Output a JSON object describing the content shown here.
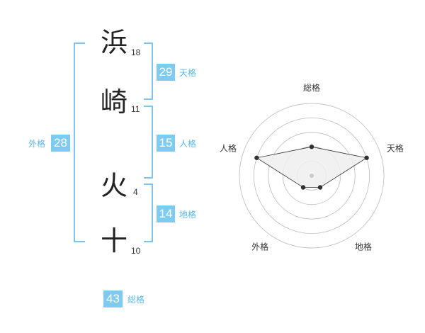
{
  "characters": [
    {
      "char": "浜",
      "strokes": "18"
    },
    {
      "char": "崎",
      "strokes": "11"
    },
    {
      "char": "火",
      "strokes": "4"
    },
    {
      "char": "十",
      "strokes": "10"
    }
  ],
  "kaku": {
    "tenkaku": {
      "value": "29",
      "label": "天格"
    },
    "jinkaku": {
      "value": "15",
      "label": "人格"
    },
    "chikaku": {
      "value": "14",
      "label": "地格"
    },
    "gaikaku": {
      "value": "28",
      "label": "外格"
    },
    "soukaku": {
      "value": "43",
      "label": "総格"
    }
  },
  "chart_data": {
    "type": "radar",
    "axes": [
      "総格",
      "天格",
      "地格",
      "外格",
      "人格"
    ],
    "values": [
      2,
      4,
      1,
      1,
      4
    ],
    "rmax": 5,
    "rings": 5,
    "line_color": "#333333",
    "fill_color": "#eeeeee",
    "ring_color": "#bbbbbb"
  }
}
